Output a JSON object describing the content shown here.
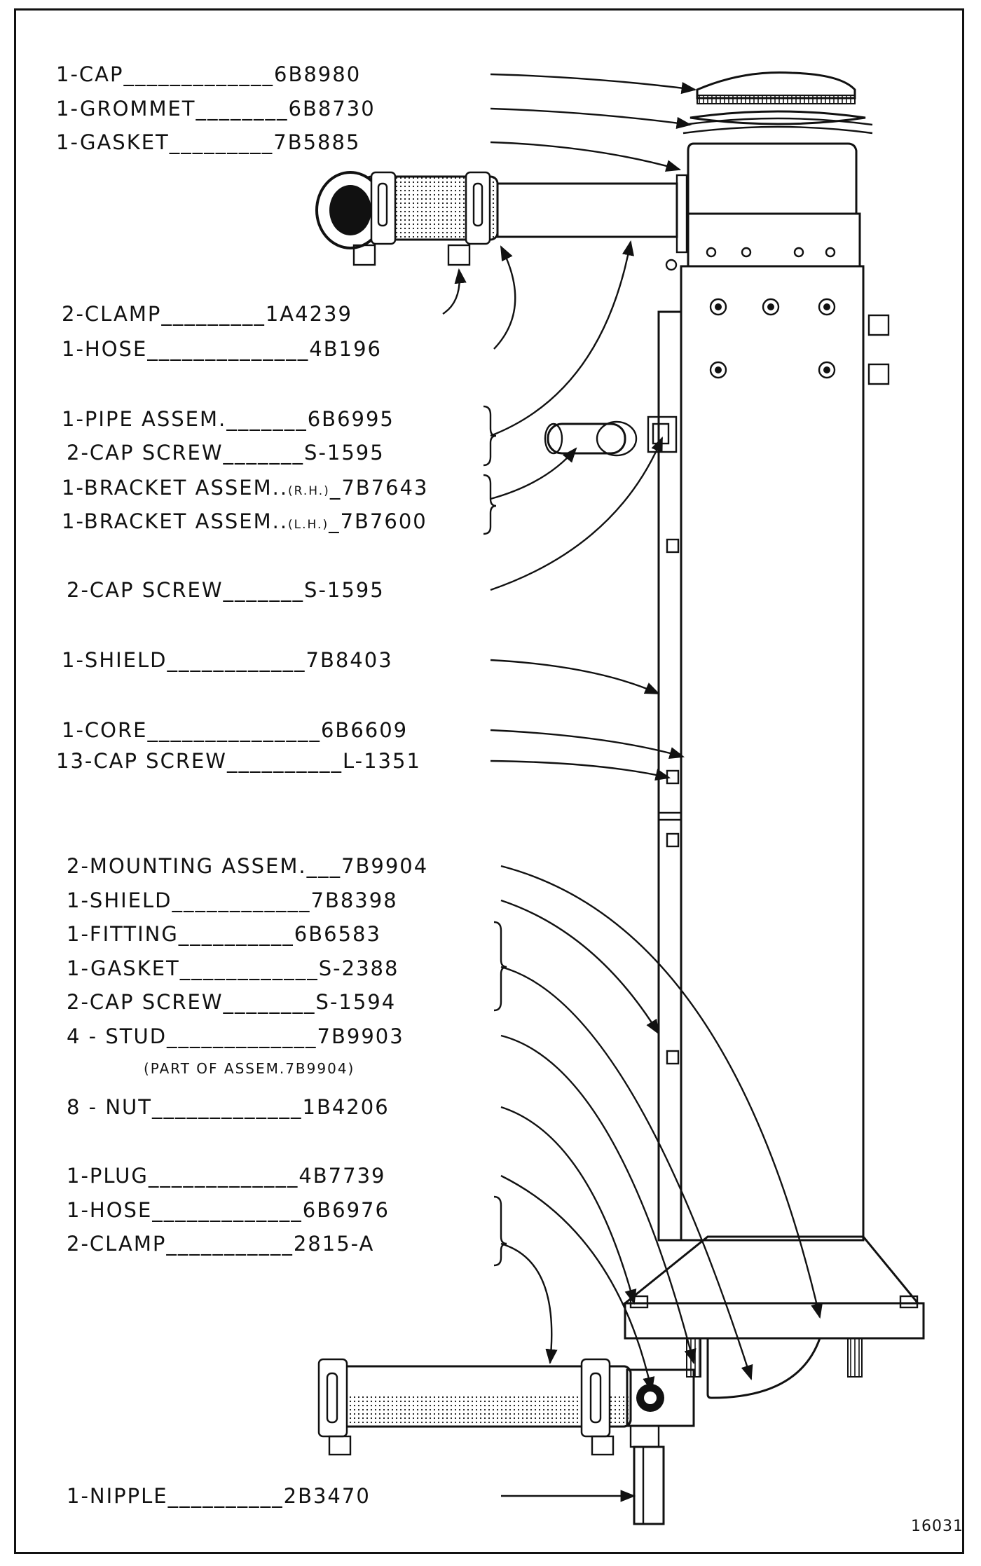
{
  "figure_number": "16031",
  "parts": [
    {
      "qty": "1",
      "name": "CAP",
      "number": "6B8980"
    },
    {
      "qty": "1",
      "name": "GROMMET",
      "number": "6B8730"
    },
    {
      "qty": "1",
      "name": "GASKET",
      "number": "7B5885"
    },
    {
      "qty": "2",
      "name": "CLAMP",
      "number": "1A4239"
    },
    {
      "qty": "1",
      "name": "HOSE",
      "number": "4B196"
    },
    {
      "qty": "1",
      "name": "PIPE ASSEM.",
      "number": "6B6995"
    },
    {
      "qty": "2",
      "name": "CAP SCREW",
      "number": "S-1595"
    },
    {
      "qty": "1",
      "name": "BRACKET ASSEM..",
      "suffix": "(R.H.)",
      "number": "7B7643"
    },
    {
      "qty": "1",
      "name": "BRACKET ASSEM..",
      "suffix": "(L.H.)",
      "number": "7B7600"
    },
    {
      "qty": "2",
      "name": "CAP SCREW",
      "number": "S-1595"
    },
    {
      "qty": "1",
      "name": "SHIELD",
      "number": "7B8403"
    },
    {
      "qty": "1",
      "name": "CORE",
      "number": "6B6609"
    },
    {
      "qty": "13",
      "name": "CAP SCREW",
      "number": "L-1351"
    },
    {
      "qty": "2",
      "name": "MOUNTING ASSEM.",
      "number": "7B9904"
    },
    {
      "qty": "1",
      "name": "SHIELD",
      "number": "7B8398"
    },
    {
      "qty": "1",
      "name": "FITTING",
      "number": "6B6583"
    },
    {
      "qty": "1",
      "name": "GASKET",
      "number": "S-2388"
    },
    {
      "qty": "2",
      "name": "CAP SCREW",
      "number": "S-1594"
    },
    {
      "qty": "4",
      "name": "STUD",
      "number": "7B9903",
      "note": "(PART OF ASSEM.7B9904)"
    },
    {
      "qty": "8",
      "name": "NUT",
      "number": "1B4206"
    },
    {
      "qty": "1",
      "name": "PLUG",
      "number": "4B7739"
    },
    {
      "qty": "1",
      "name": "HOSE",
      "number": "6B6976"
    },
    {
      "qty": "2",
      "name": "CLAMP",
      "number": "2815-A"
    },
    {
      "qty": "1",
      "name": "NIPPLE",
      "number": "2B3470"
    }
  ]
}
